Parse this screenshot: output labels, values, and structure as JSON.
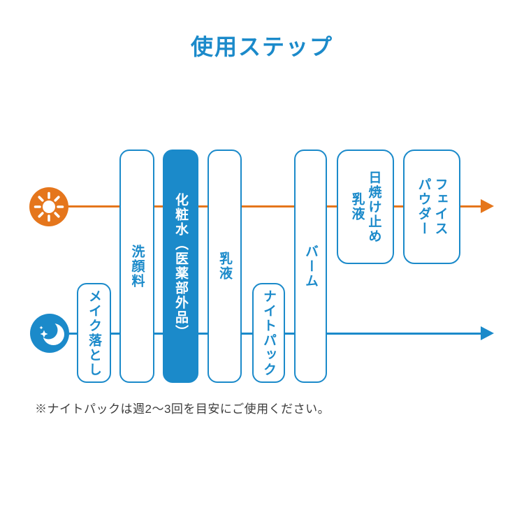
{
  "title": "使用ステップ",
  "colors": {
    "blue": "#1b8aca",
    "orange": "#e5761c",
    "note_text": "#3d3d3d",
    "highlight_box_bg": "#1b8aca",
    "highlight_box_text": "#ffffff"
  },
  "flows": {
    "day": {
      "icon": "sun-icon",
      "line_color": "#e5761c"
    },
    "night": {
      "icon": "moon-icon",
      "line_color": "#1b8aca"
    }
  },
  "steps": [
    {
      "key": "makeup-remover",
      "text": "メイク落とし"
    },
    {
      "key": "face-wash",
      "text": "洗顔料"
    },
    {
      "key": "lotion",
      "text": "化粧水（医薬部外品）",
      "highlight": true
    },
    {
      "key": "milky-lotion",
      "text": "乳液"
    },
    {
      "key": "night-pack",
      "text": "ナイトパック"
    },
    {
      "key": "balm",
      "text": "バーム"
    },
    {
      "key": "sunscreen-milk",
      "col1": "日焼け止め",
      "col2": "乳液"
    },
    {
      "key": "face-powder",
      "col1": "フェイス",
      "col2": "パウダー"
    }
  ],
  "note": "※ナイトパックは週2〜3回を目安にご使用ください。"
}
